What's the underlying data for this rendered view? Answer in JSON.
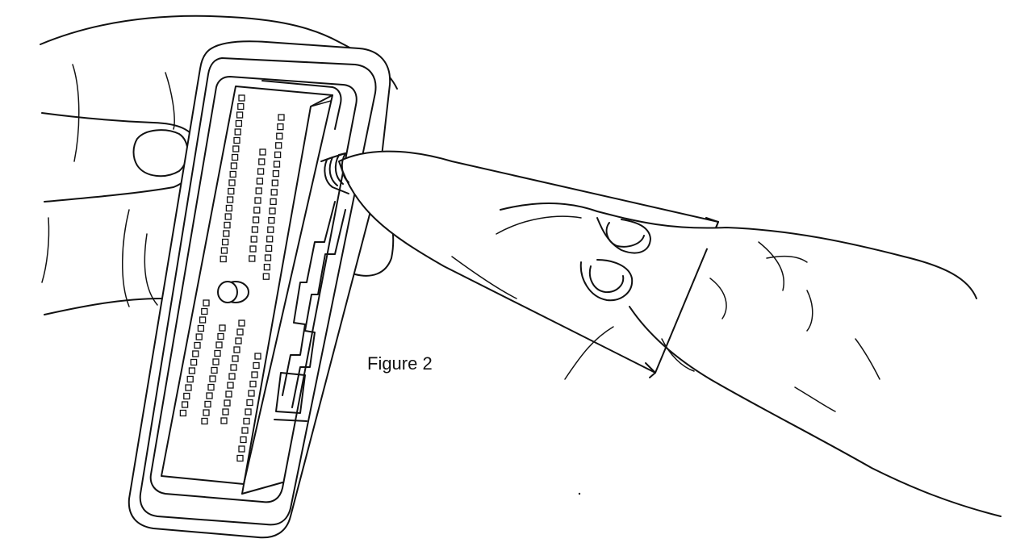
{
  "figure": {
    "caption": "Figure 2"
  },
  "illustration": {
    "subject": "hands-holding-connector-with-probe",
    "pin_grid": {
      "upper_rows": 20,
      "lower_rows": 14
    }
  },
  "colors": {
    "ink": "#111111",
    "paper": "#ffffff"
  }
}
